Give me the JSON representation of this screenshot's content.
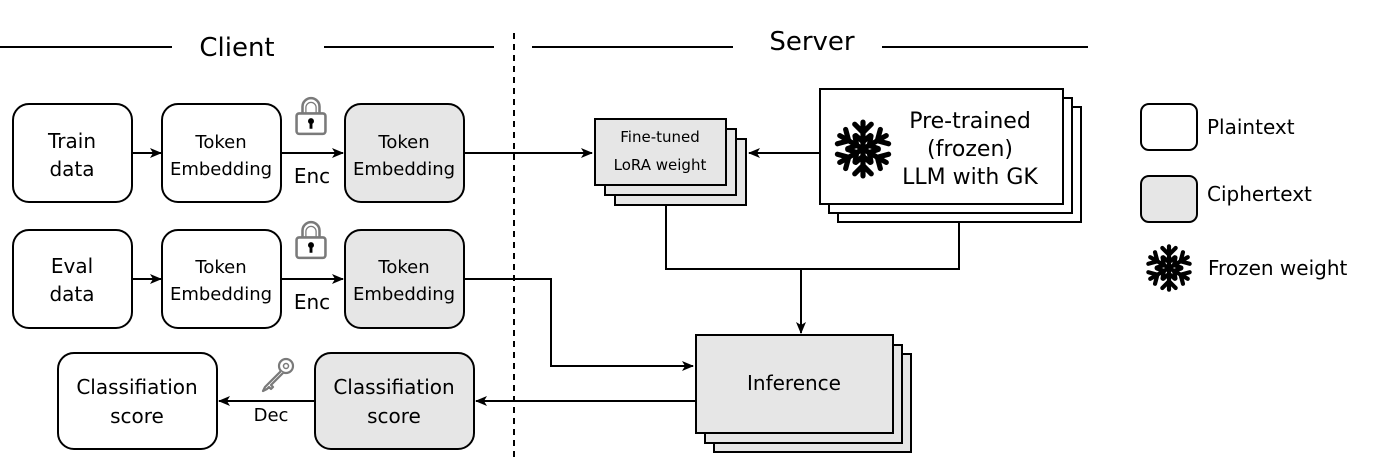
{
  "sections": {
    "client": "Client",
    "server": "Server"
  },
  "client": {
    "train_data": [
      "Train",
      "data"
    ],
    "token_embedding_plain": [
      "Token",
      "Embedding"
    ],
    "token_embedding_cipher": [
      "Token",
      "Embedding"
    ],
    "eval_data": [
      "Eval",
      "data"
    ],
    "classification_plain": [
      "Classifiation",
      "score"
    ],
    "classification_cipher": [
      "Classifiation",
      "score"
    ],
    "enc_label": "Enc",
    "dec_label": "Dec"
  },
  "server": {
    "lora": [
      "Fine-tuned",
      "LoRA weight"
    ],
    "llm": [
      "Pre-trained",
      "(frozen)",
      "LLM with GK"
    ],
    "inference": "Inference"
  },
  "legend": {
    "plaintext": "Plaintext",
    "ciphertext": "Ciphertext",
    "frozen_weight": "Frozen weight"
  },
  "icons": {
    "lock": "lock-icon",
    "key": "key-icon",
    "snowflake": "snowflake-icon"
  },
  "colors": {
    "plaintext_fill": "#ffffff",
    "ciphertext_fill": "#e6e6e6",
    "stroke": "#000000",
    "icon_gray": "#7a7a7a"
  }
}
